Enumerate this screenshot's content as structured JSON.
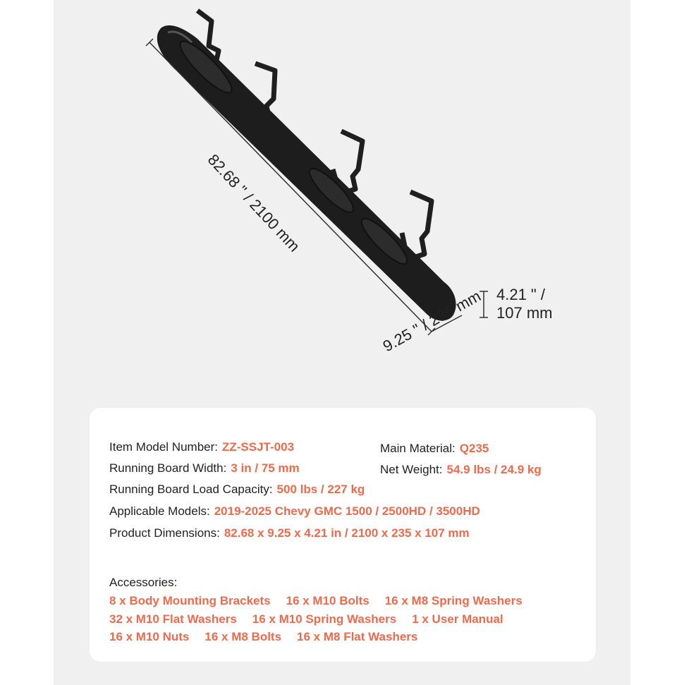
{
  "dimensions": {
    "length": "82.68 \" / 2100 mm",
    "width": "9.25 \" / 235 mm",
    "height_line1": "4.21 \" /",
    "height_line2": "107 mm"
  },
  "specs": {
    "model_label": "Item Model Number:",
    "model_value": "ZZ-SSJT-003",
    "material_label": "Main Material:",
    "material_value": "Q235",
    "width_label": "Running Board Width:",
    "width_value": "3 in / 75 mm",
    "weight_label": "Net Weight:",
    "weight_value": "54.9 lbs / 24.9 kg",
    "capacity_label": "Running Board Load Capacity:",
    "capacity_value": "500 lbs / 227 kg",
    "models_label": "Applicable Models:",
    "models_value": "2019-2025 Chevy GMC 1500 / 2500HD / 3500HD",
    "dims_label": "Product Dimensions:",
    "dims_value": "82.68 x 9.25 x 4.21 in / 2100 x 235 x 107 mm"
  },
  "accessories": {
    "title": "Accessories:",
    "row1": [
      "8 x Body Mounting Brackets",
      "16 x M10 Bolts",
      "16 x M8 Spring Washers"
    ],
    "row2": [
      "32 x M10 Flat Washers",
      "16 x M10 Spring Washers",
      "1 x User Manual"
    ],
    "row3": [
      "16 x M10 Nuts",
      "16 x M8 Bolts",
      "16 x M8 Flat Washers"
    ]
  },
  "colors": {
    "accent": "#ee6a4c",
    "panel": "#f0f0f0",
    "board": "#1d1d1d"
  }
}
